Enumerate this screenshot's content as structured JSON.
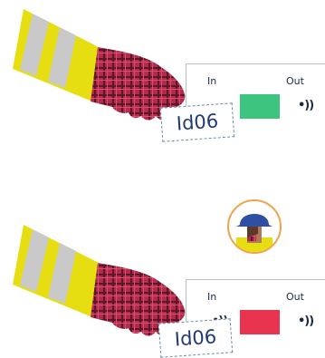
{
  "scenes": [
    {
      "reader": {
        "in_label": "In",
        "out_label": "Out"
      },
      "status_color": "#3dc47e",
      "badge_id": "Id06",
      "show_worker": false
    },
    {
      "reader": {
        "in_label": "In",
        "out_label": "Out"
      },
      "status_color": "#e8344f",
      "badge_id": "Id06",
      "show_worker": true
    }
  ],
  "colors": {
    "sleeve_yellow": "#e7de12",
    "reflective_stripe": "#c9c9c9",
    "glove_plaid": "#a82a48",
    "helmet_blue": "#2f4fa3"
  }
}
